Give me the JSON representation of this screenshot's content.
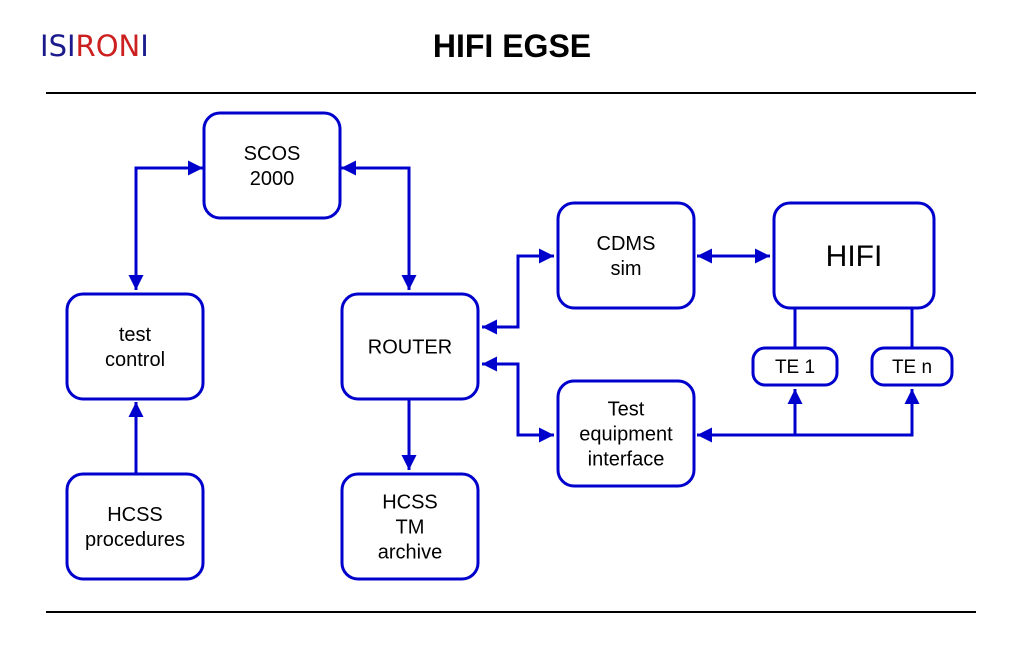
{
  "header": {
    "logo": {
      "letters": [
        {
          "char": "I",
          "color": "#1a1a8c"
        },
        {
          "char": "S",
          "color": "#1a1a8c"
        },
        {
          "char": "I",
          "color": "#1a1a8c"
        },
        {
          "char": "R",
          "color": "#cc1f1f"
        },
        {
          "char": "O",
          "color": "#cc1f1f"
        },
        {
          "char": "N",
          "color": "#cc1f1f"
        },
        {
          "char": "I",
          "color": "#1a1a8c"
        }
      ]
    },
    "title": "HIFI EGSE"
  },
  "colors": {
    "connector": "#0000cc",
    "box_border": "#0000cc",
    "text": "#000000",
    "rule": "#000000"
  },
  "nodes": [
    {
      "id": "scos",
      "lines": [
        "SCOS",
        "2000"
      ]
    },
    {
      "id": "test-control",
      "lines": [
        "test",
        "control"
      ]
    },
    {
      "id": "hcss-procedures",
      "lines": [
        "HCSS",
        "procedures"
      ]
    },
    {
      "id": "router",
      "lines": [
        "ROUTER"
      ]
    },
    {
      "id": "hcss-tm-archive",
      "lines": [
        "HCSS",
        "TM",
        "archive"
      ]
    },
    {
      "id": "cdms-sim",
      "lines": [
        "CDMS",
        "sim"
      ]
    },
    {
      "id": "hifi",
      "lines": [
        "HIFI"
      ]
    },
    {
      "id": "te-1",
      "lines": [
        "TE 1"
      ]
    },
    {
      "id": "te-n",
      "lines": [
        "TE n"
      ]
    },
    {
      "id": "test-equipment-interface",
      "lines": [
        "Test",
        "equipment",
        "interface"
      ]
    }
  ],
  "edges": [
    {
      "from": "scos",
      "to": "test-control",
      "direction": "both"
    },
    {
      "from": "hcss-procedures",
      "to": "test-control",
      "direction": "forward"
    },
    {
      "from": "scos",
      "to": "router",
      "direction": "both"
    },
    {
      "from": "router",
      "to": "hcss-tm-archive",
      "direction": "forward"
    },
    {
      "from": "router",
      "to": "cdms-sim",
      "direction": "both"
    },
    {
      "from": "router",
      "to": "test-equipment-interface",
      "direction": "both"
    },
    {
      "from": "cdms-sim",
      "to": "hifi",
      "direction": "both"
    },
    {
      "from": "hifi",
      "to": "te-1",
      "direction": "none"
    },
    {
      "from": "hifi",
      "to": "te-n",
      "direction": "none"
    },
    {
      "from": "test-equipment-interface",
      "to": "te-1",
      "direction": "both"
    },
    {
      "from": "test-equipment-interface",
      "to": "te-n",
      "direction": "both"
    }
  ]
}
